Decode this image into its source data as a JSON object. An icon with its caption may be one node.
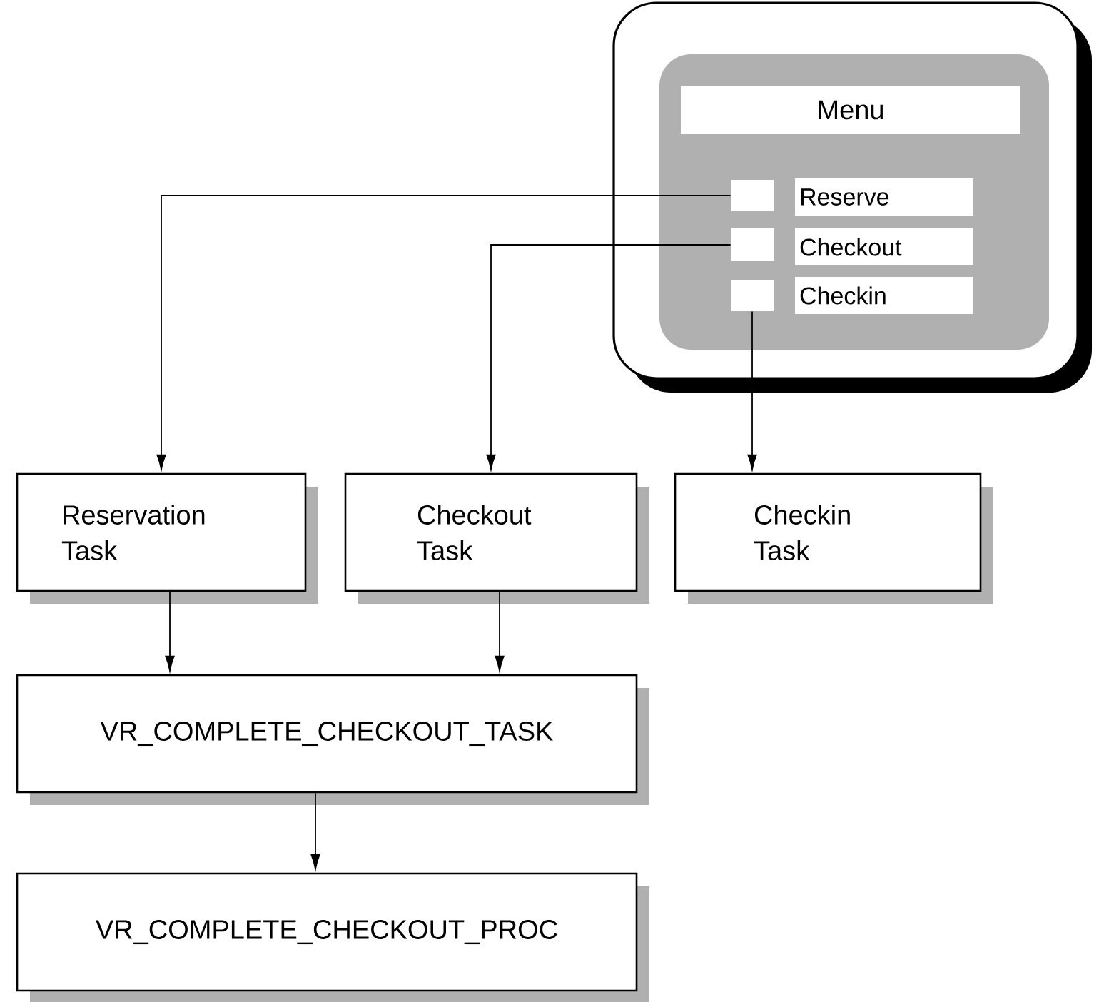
{
  "diagram": {
    "nodes": [
      {
        "text": [],
        "shape": "box"
      },
      {
        "text": [],
        "shape": "box",
        "in": 0
      },
      {
        "text": [
          "Menu"
        ],
        "in": 1
      },
      {
        "text": [],
        "shape": "box",
        "in": 1
      },
      {
        "text": [
          "Reserve"
        ],
        "in": 1
      },
      {
        "text": [],
        "shape": "box",
        "in": 1
      },
      {
        "text": [
          "Checkout"
        ],
        "in": 1
      },
      {
        "text": [],
        "shape": "box",
        "in": 1
      },
      {
        "text": [
          "Checkin"
        ],
        "in": 1
      },
      {
        "text": [
          "Reservation Task"
        ]
      },
      {
        "text": [
          "Checkout Task"
        ]
      },
      {
        "text": [
          "Checkin Task"
        ]
      },
      {
        "text": [
          "VR_COMPLETE_CHECKOUT_TASK"
        ]
      },
      {
        "text": [
          "VR_COMPLETE_CHECKOUT_PROC"
        ]
      }
    ],
    "edges": [
      {
        "from": 3,
        "to": 9,
        "arrow": "to"
      },
      {
        "from": 5,
        "to": 10,
        "arrow": "to"
      },
      {
        "from": 7,
        "to": 11,
        "arrow": "to"
      },
      {
        "from": 9,
        "to": 12,
        "arrow": "to"
      },
      {
        "from": 10,
        "to": 12,
        "arrow": "to"
      },
      {
        "from": 12,
        "to": 13,
        "arrow": "to"
      }
    ]
  }
}
